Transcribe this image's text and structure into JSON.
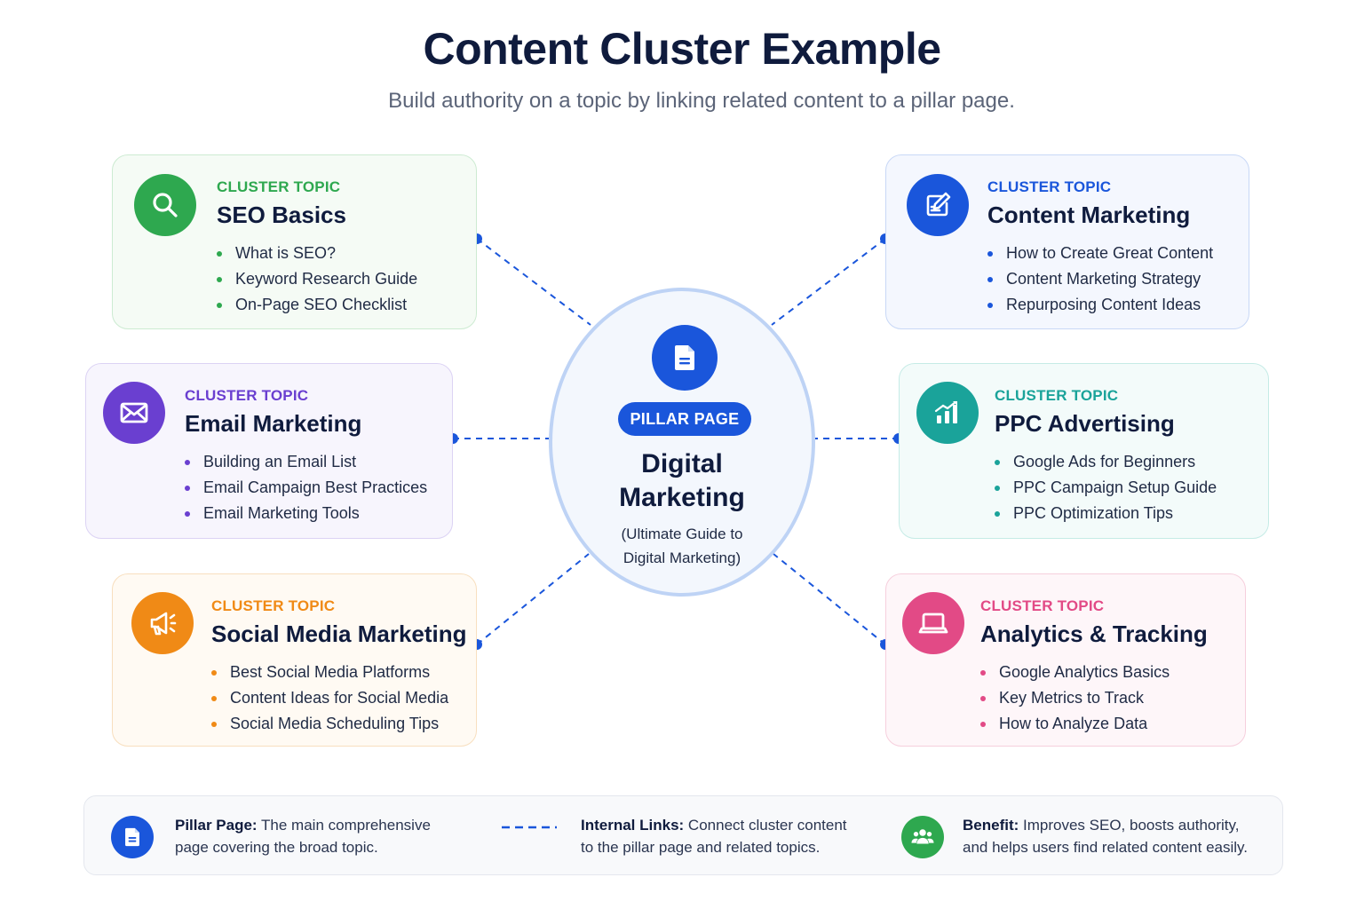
{
  "header": {
    "title": "Content Cluster Example",
    "subtitle": "Build authority on a topic by linking related content to a pillar page."
  },
  "pillar": {
    "badge": "PILLAR PAGE",
    "title_line1": "Digital",
    "title_line2": "Marketing",
    "desc_line1": "(Ultimate Guide to",
    "desc_line2": "Digital Marketing)",
    "icon": "document-icon"
  },
  "clusters": [
    {
      "label": "CLUSTER TOPIC",
      "title": "SEO Basics",
      "icon": "search-icon",
      "color": "#2ea84f",
      "items": [
        "What is SEO?",
        "Keyword Research Guide",
        "On-Page SEO Checklist"
      ]
    },
    {
      "label": "CLUSTER TOPIC",
      "title": "Content Marketing",
      "icon": "edit-icon",
      "color": "#1a56db",
      "items": [
        "How to Create Great Content",
        "Content Marketing Strategy",
        "Repurposing Content Ideas"
      ]
    },
    {
      "label": "CLUSTER TOPIC",
      "title": "Email Marketing",
      "icon": "mail-icon",
      "color": "#6a3fd0",
      "items": [
        "Building an Email List",
        "Email Campaign Best Practices",
        "Email Marketing Tools"
      ]
    },
    {
      "label": "CLUSTER TOPIC",
      "title": "PPC Advertising",
      "icon": "bar-chart-icon",
      "color": "#1aa39a",
      "items": [
        "Google Ads for Beginners",
        "PPC Campaign Setup Guide",
        "PPC Optimization Tips"
      ]
    },
    {
      "label": "CLUSTER TOPIC",
      "title": "Social Media Marketing",
      "icon": "megaphone-icon",
      "color": "#f08a16",
      "items": [
        "Best Social Media Platforms",
        "Content Ideas for Social Media",
        "Social Media Scheduling Tips"
      ]
    },
    {
      "label": "CLUSTER TOPIC",
      "title": "Analytics & Tracking",
      "icon": "laptop-icon",
      "color": "#e24a86",
      "items": [
        "Google Analytics Basics",
        "Key Metrics to Track",
        "How to Analyze Data"
      ]
    }
  ],
  "legend": {
    "pillar_term": "Pillar Page:",
    "pillar_line1": "The main comprehensive",
    "pillar_line2": "page covering the broad topic.",
    "links_term": "Internal Links:",
    "links_line1": "Connect cluster content",
    "links_line2": "to the pillar page and related topics.",
    "benefit_term": "Benefit:",
    "benefit_line1": "Improves SEO, boosts authority,",
    "benefit_line2": "and helps users find related content easily."
  }
}
